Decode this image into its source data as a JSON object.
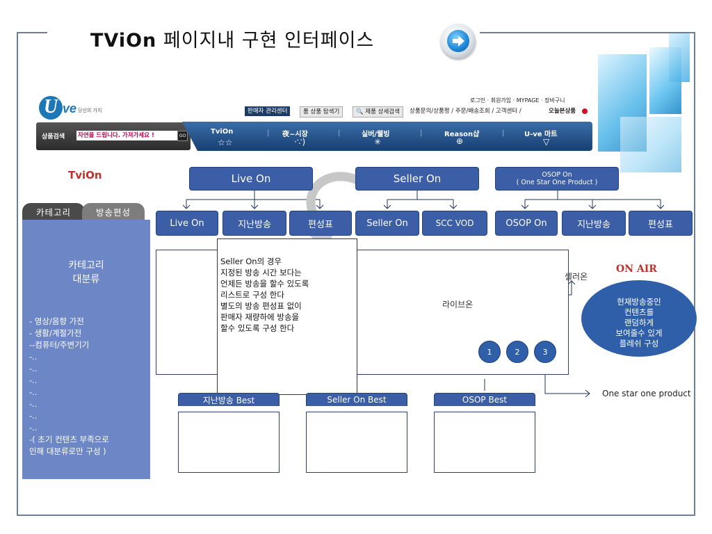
{
  "title": {
    "bold": "TViOn",
    "rest": " 페이지내 구현 인터페이스"
  },
  "header": {
    "logo_letter": "U",
    "logo_text": "ve",
    "logo_tagline": "당신의 가치",
    "top_links": "로그인  ·  회원가입  · MYPAGE   · 장바구니",
    "seller_center": "판매자 관리센터",
    "product_finder": "품 상품 탐색기",
    "detail_search": "🔍 제품 상세검색",
    "links": "상품문의/상품평  /  주문/배송조회  /  고객센터  /",
    "today_product": "오늘본상품"
  },
  "search": {
    "label": "상품검색",
    "value": "자연을 드립니다. 가져가세요 !",
    "go": "GO"
  },
  "nav": [
    {
      "label": "TviOn",
      "icon": "☆☆"
    },
    {
      "label": "夜~시장",
      "icon": "·∵)"
    },
    {
      "label": "실버/웰빙",
      "icon": "✳"
    },
    {
      "label": "Reason샵",
      "icon": "⊕"
    },
    {
      "label": "U-ve 마트",
      "icon": "▽"
    }
  ],
  "tvion_label": "TviOn",
  "tabs": {
    "category": "카테고리",
    "schedule": "방송편성"
  },
  "sidebar": {
    "title": "카테고리\n대분류",
    "items": "- 영상/음향 가전\n- 생활/계절가전\n--컴퓨터/주변기기\n-..\n-..\n-..\n-..\n-..\n-..\n-..\n-( 초기 컨텐츠 부족으로\n인해 대분류로만 구성 )"
  },
  "level1": {
    "live_on": "Live On",
    "seller_on": "Seller  On",
    "osop_title": "OSOP  On",
    "osop_sub": "( One Star One Product )"
  },
  "level2": [
    "Live On",
    "지난방송",
    "편성표",
    "Seller On",
    "SCC VOD",
    "OSOP On",
    "지난방송",
    "편성표"
  ],
  "note": [
    "Seller On의 경우",
    "지정된 방송 시간 보다는",
    "언제든 방송을 할수 있도록",
    "리스트로 구성 한다",
    "별도의 방송 편성표 없이",
    "판매자 재량하에 방송을",
    "할수 있도록 구성 한다"
  ],
  "live_label": "라이브온",
  "seller_label": "셀러온",
  "circles": [
    "1",
    "2",
    "3"
  ],
  "on_air": "ON AIR",
  "oval_text": "현재방송중인\n컨텐츠를\n랜덤하게\n보여줄수 있게\n플레쉬 구성",
  "osop_label": "One star one product",
  "best": [
    "지난방송 Best",
    "Seller On Best",
    "OSOP Best"
  ]
}
